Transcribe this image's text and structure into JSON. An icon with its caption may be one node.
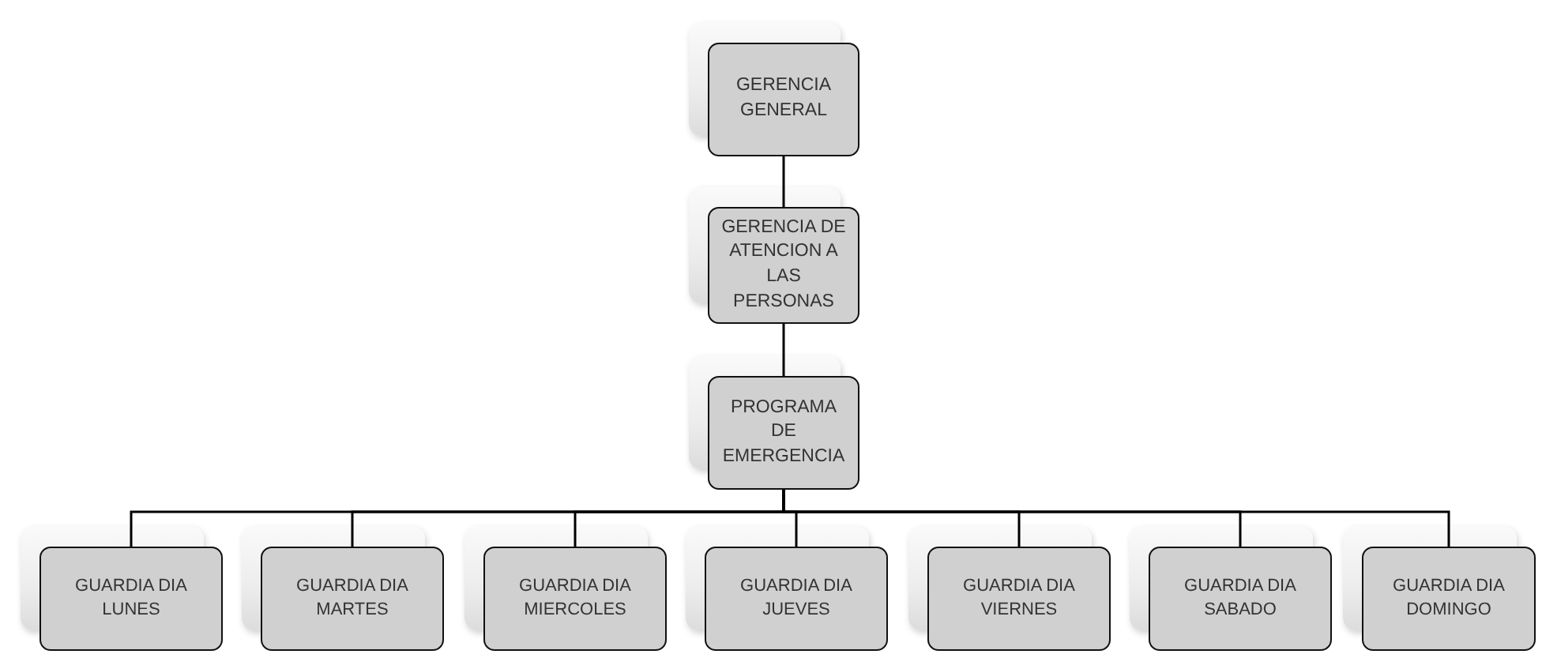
{
  "diagram": {
    "nodes": [
      {
        "text": [
          "GERENCIA GENERAL"
        ]
      },
      {
        "text": [
          "GERENCIA DE ATENCION A LAS PERSONAS"
        ]
      },
      {
        "text": [
          "PROGRAMA DE EMERGENCIA"
        ]
      },
      {
        "text": [
          "GUARDIA DIA LUNES"
        ]
      },
      {
        "text": [
          "GUARDIA DIA MARTES"
        ]
      },
      {
        "text": [
          "GUARDIA DIA MIERCOLES"
        ]
      },
      {
        "text": [
          "GUARDIA DIA JUEVES"
        ]
      },
      {
        "text": [
          "GUARDIA DIA VIERNES"
        ]
      },
      {
        "text": [
          "GUARDIA DIA SABADO"
        ]
      },
      {
        "text": [
          "GUARDIA DIA DOMINGO"
        ]
      }
    ],
    "edges": [
      {
        "from": 0,
        "to": 1,
        "arrow": "none"
      },
      {
        "from": 1,
        "to": 2,
        "arrow": "none"
      },
      {
        "from": 2,
        "to": 3,
        "arrow": "none"
      },
      {
        "from": 2,
        "to": 4,
        "arrow": "none"
      },
      {
        "from": 2,
        "to": 5,
        "arrow": "none"
      },
      {
        "from": 2,
        "to": 6,
        "arrow": "none"
      },
      {
        "from": 2,
        "to": 7,
        "arrow": "none"
      },
      {
        "from": 2,
        "to": 8,
        "arrow": "none"
      },
      {
        "from": 2,
        "to": 9,
        "arrow": "none"
      }
    ]
  }
}
